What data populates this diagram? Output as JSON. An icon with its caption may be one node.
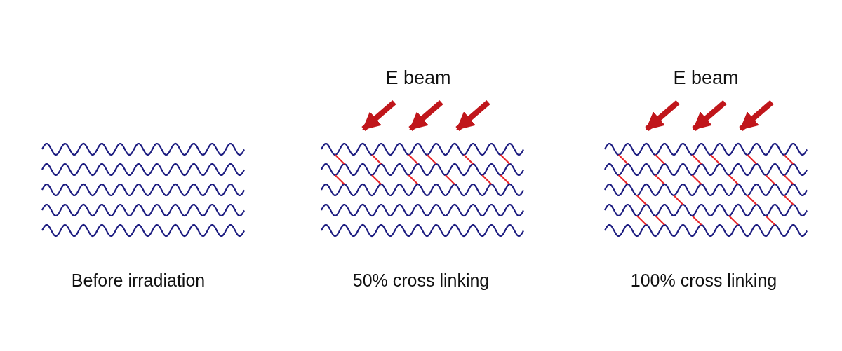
{
  "diagram": {
    "nodes": [
      {
        "text": [],
        "shape": "picture",
        "beside": [
          "Before irradiation"
        ]
      },
      {
        "text": [],
        "shape": "picture",
        "beside": [
          "50% cross linking"
        ]
      },
      {
        "text": [],
        "shape": "picture",
        "beside": [
          "100% cross linking"
        ]
      }
    ],
    "edges": [
      {
        "from": null,
        "to": 1,
        "arrow": "to"
      },
      {
        "from": null,
        "to": 1,
        "arrow": "to"
      },
      {
        "from": null,
        "to": 1,
        "arrow": "to"
      },
      {
        "from": null,
        "to": 2,
        "arrow": "to"
      },
      {
        "from": null,
        "to": 2,
        "arrow": "to"
      },
      {
        "from": null,
        "to": 2,
        "arrow": "to"
      }
    ],
    "labels": [
      "E beam",
      "E beam"
    ]
  }
}
